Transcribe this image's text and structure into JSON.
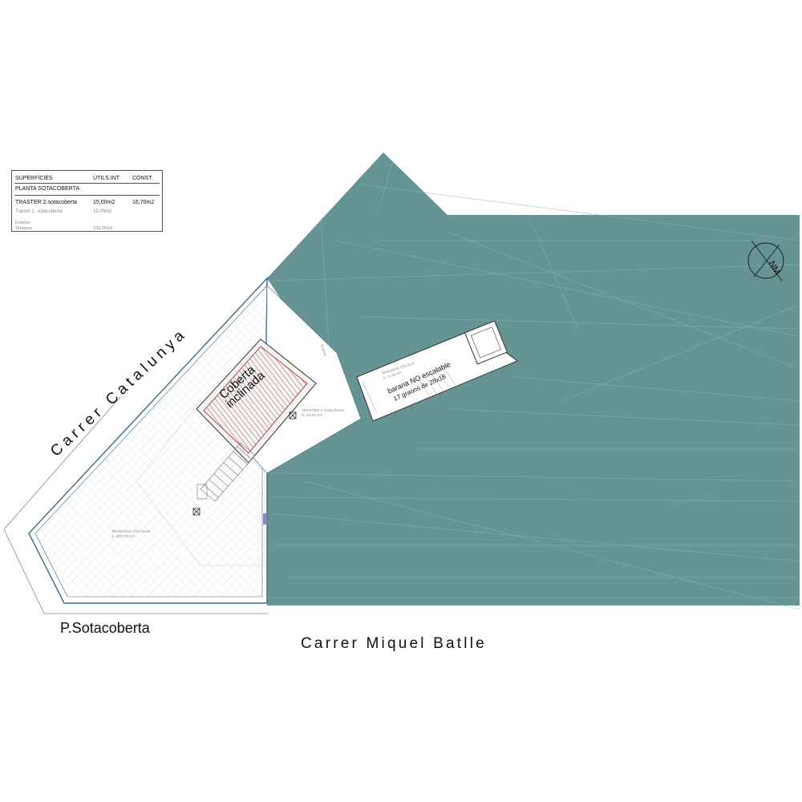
{
  "legend": {
    "header": {
      "col1": "SUPERFÍCIES",
      "col2": "ÚTILS.INT",
      "col3": "CONST."
    },
    "section": "PLANTA SOTACOBERTA",
    "rows": [
      {
        "name": "TRASTER 2.sotacoberta",
        "util": "15,00m2",
        "const": "16,70m2"
      },
      {
        "name": "Traster 2. sotacoberta",
        "util": "15,00m2",
        "const": ""
      }
    ],
    "exterior": {
      "label": "Exterior",
      "name": "Terrassa",
      "util": "109,20m2"
    }
  },
  "streets": {
    "catalunya": "Carrer Catalunya",
    "miquel_batlle": "Carrer Miquel Batlle"
  },
  "plan_title": "P.Sotacoberta",
  "labels": {
    "coberta_line1": "Coberta",
    "coberta_line2": "inclinada",
    "passadis_name": "PASSADIS ESCALA",
    "passadis_area": "S. 11,30 m2",
    "barana_line1": "barana NO escalable",
    "barana_line2": "17 graons de 28x18",
    "traster_name": "TRASTER 2 sotacoberta",
    "traster_area": "S. 15,00 m2",
    "terrassa_name": "TERRASSA TR2.stock",
    "terrassa_area": "S. 109,20 m2",
    "exterior_tag": "Exterior",
    "north_mark": "NM"
  },
  "colors": {
    "roof_teal": "#669494",
    "roof_line": "#8fb4b4",
    "outline": "#3b6b85",
    "hatch_red": "#b04848",
    "terrace_hatch": "#c9c9c9"
  }
}
